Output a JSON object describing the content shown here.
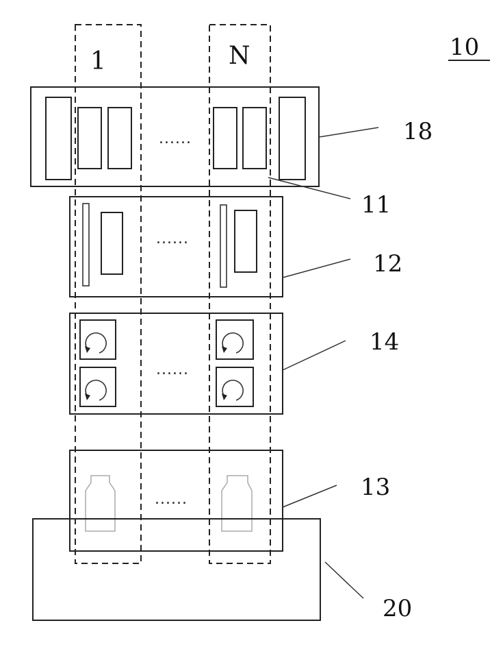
{
  "figure": {
    "figure_number": "10",
    "columns": {
      "first": "1",
      "last": "N"
    },
    "ellipsis": "......",
    "labels": {
      "l18": "18",
      "l11": "11",
      "l12": "12",
      "l14": "14",
      "l13": "13",
      "l20": "20"
    }
  }
}
